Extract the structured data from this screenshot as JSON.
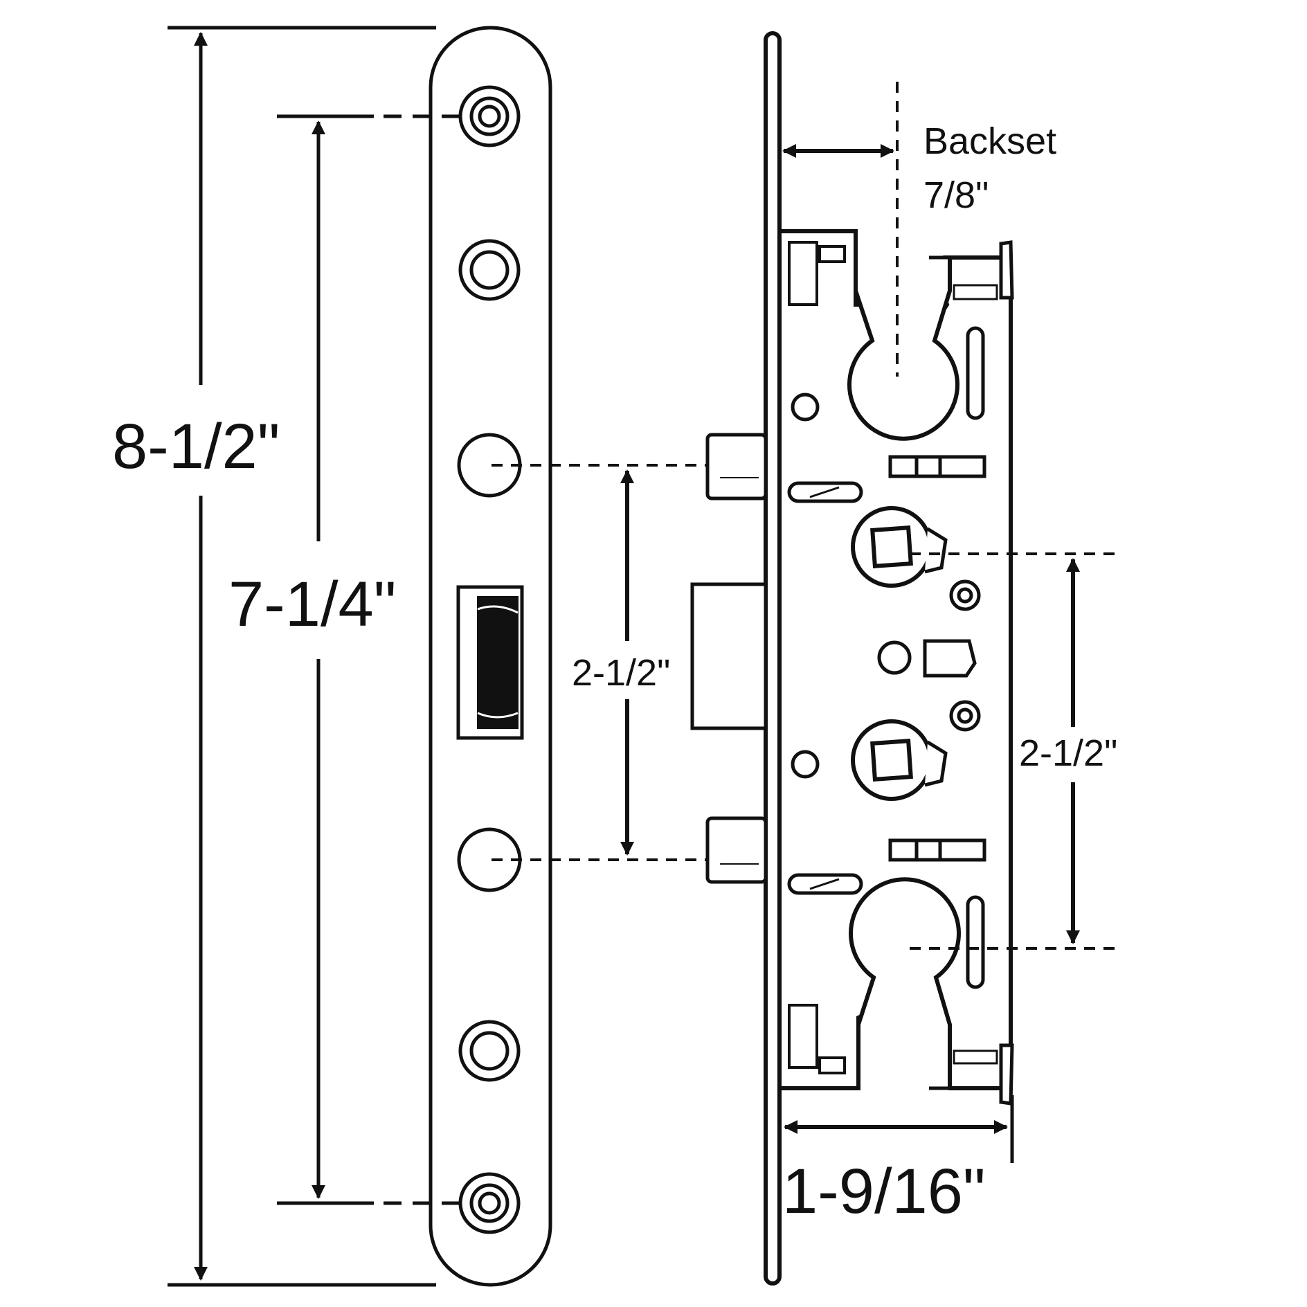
{
  "diagram": {
    "colors": {
      "stroke": "#111111",
      "fill": "#ffffff"
    },
    "dimensions": {
      "overall_height": "8-1/2\"",
      "screw_spacing": "7-1/4\"",
      "bolt_spacing": "2-1/2\"",
      "cylinder_spacing": "2-1/2\"",
      "backset_label": "Backset",
      "backset_value": "7/8\"",
      "case_depth": "1-9/16\""
    }
  }
}
